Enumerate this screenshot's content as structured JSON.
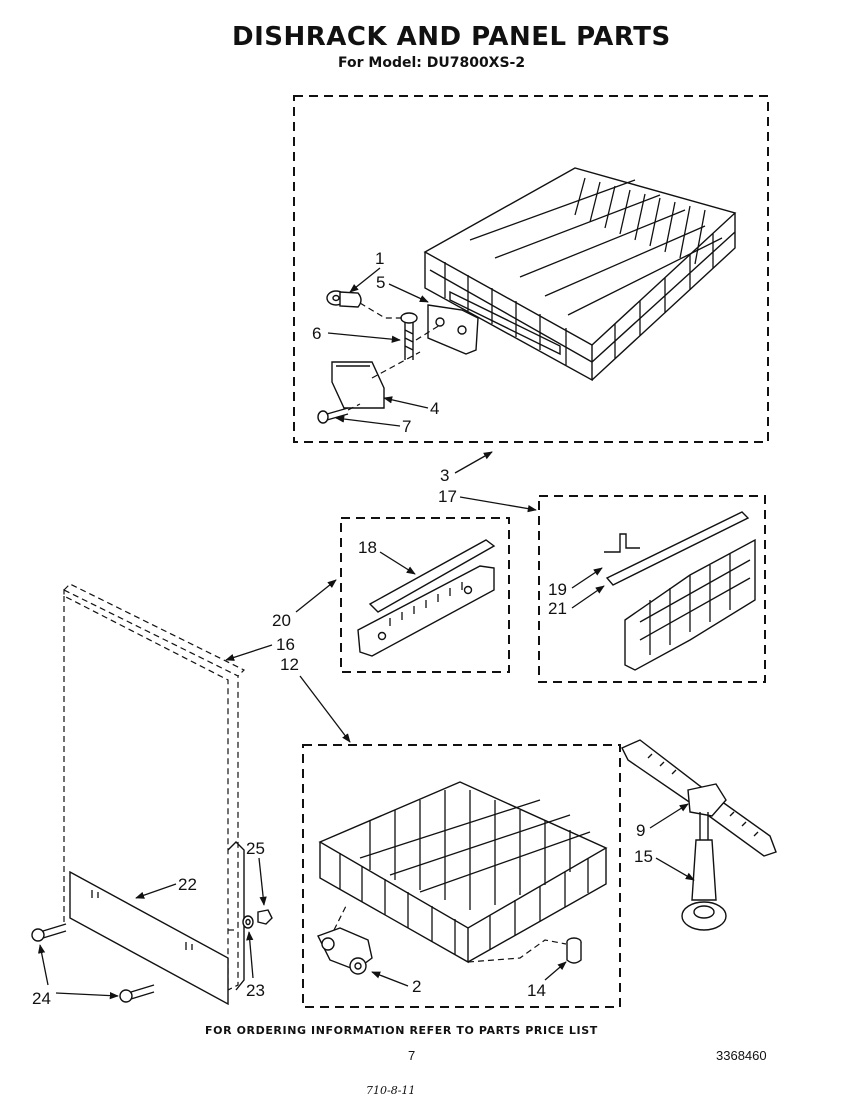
{
  "header": {
    "title": "DISHRACK AND PANEL PARTS",
    "model_line": "For Model: DU7800XS-2"
  },
  "footer": {
    "ordering_note": "FOR ORDERING INFORMATION REFER TO PARTS PRICE LIST",
    "page_number": "7",
    "document_number": "3368460",
    "handwritten_mark": "710-8-11"
  },
  "callouts": {
    "c1": "1",
    "c2": "2",
    "c3": "3",
    "c4": "4",
    "c5": "5",
    "c6": "6",
    "c7": "7",
    "c9": "9",
    "c12": "12",
    "c14": "14",
    "c15": "15",
    "c16": "16",
    "c17": "17",
    "c18": "18",
    "c19": "19",
    "c20": "20",
    "c21": "21",
    "c22": "22",
    "c23": "23",
    "c24a": "24",
    "c25": "25"
  }
}
